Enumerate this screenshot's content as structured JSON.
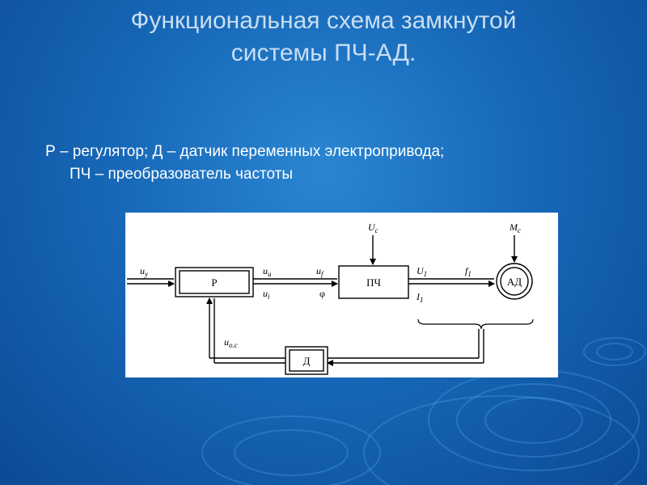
{
  "slide": {
    "title_line1": "Функциональная схема замкнутой",
    "title_line2": "системы ПЧ-АД.",
    "legend_line1": "Р – регулятор; Д – датчик переменных электропривода;",
    "legend_line2": "ПЧ – преобразователь частоты"
  },
  "diagram": {
    "blocks": {
      "regulator": "Р",
      "converter": "ПЧ",
      "motor": "АД",
      "sensor": "Д"
    },
    "signals": {
      "u_y": "u",
      "u_y_sub": "у",
      "u_u": "u",
      "u_u_sub": "u",
      "u_i": "u",
      "u_i_sub": "i",
      "u_f": "u",
      "u_f_sub": "f",
      "phi": "φ",
      "U_c": "U",
      "U_c_sub": "с",
      "M_c": "M",
      "M_c_sub": "с",
      "U_1": "U",
      "U_1_sub": "1",
      "I_1": "I",
      "I_1_sub": "1",
      "f_1": "f",
      "f_1_sub": "1",
      "u_oc": "u",
      "u_oc_sub": "о.с"
    }
  },
  "colors": {
    "background": "#1768b8",
    "title": "#c9def2",
    "legend": "#ffffff",
    "diagram_bg": "#ffffff"
  }
}
